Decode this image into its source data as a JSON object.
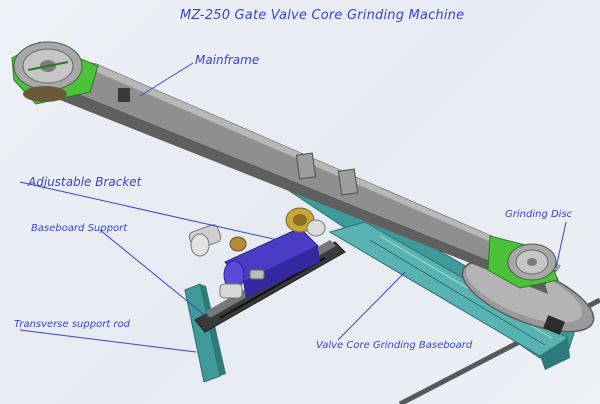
{
  "title": "MZ-250 Gate Valve Core Grinding Machine",
  "labels": {
    "mainframe": "Mainframe",
    "adjustable_bracket": "Adjustable Bracket",
    "baseboard_support": "Baseboard Support",
    "transverse_support_rod": "Transverse support rod",
    "valve_core_grinding_baseboard": "Valve Core Grinding Baseboard",
    "grinding_disc": "Grinding Disc"
  },
  "colors": {
    "label_text": "#3b45c8",
    "frame_gray": "#8f8f8f",
    "teal_parts": "#3f9a9a",
    "green_gear": "#4cc23a",
    "violet_motor": "#4a3cc4"
  }
}
